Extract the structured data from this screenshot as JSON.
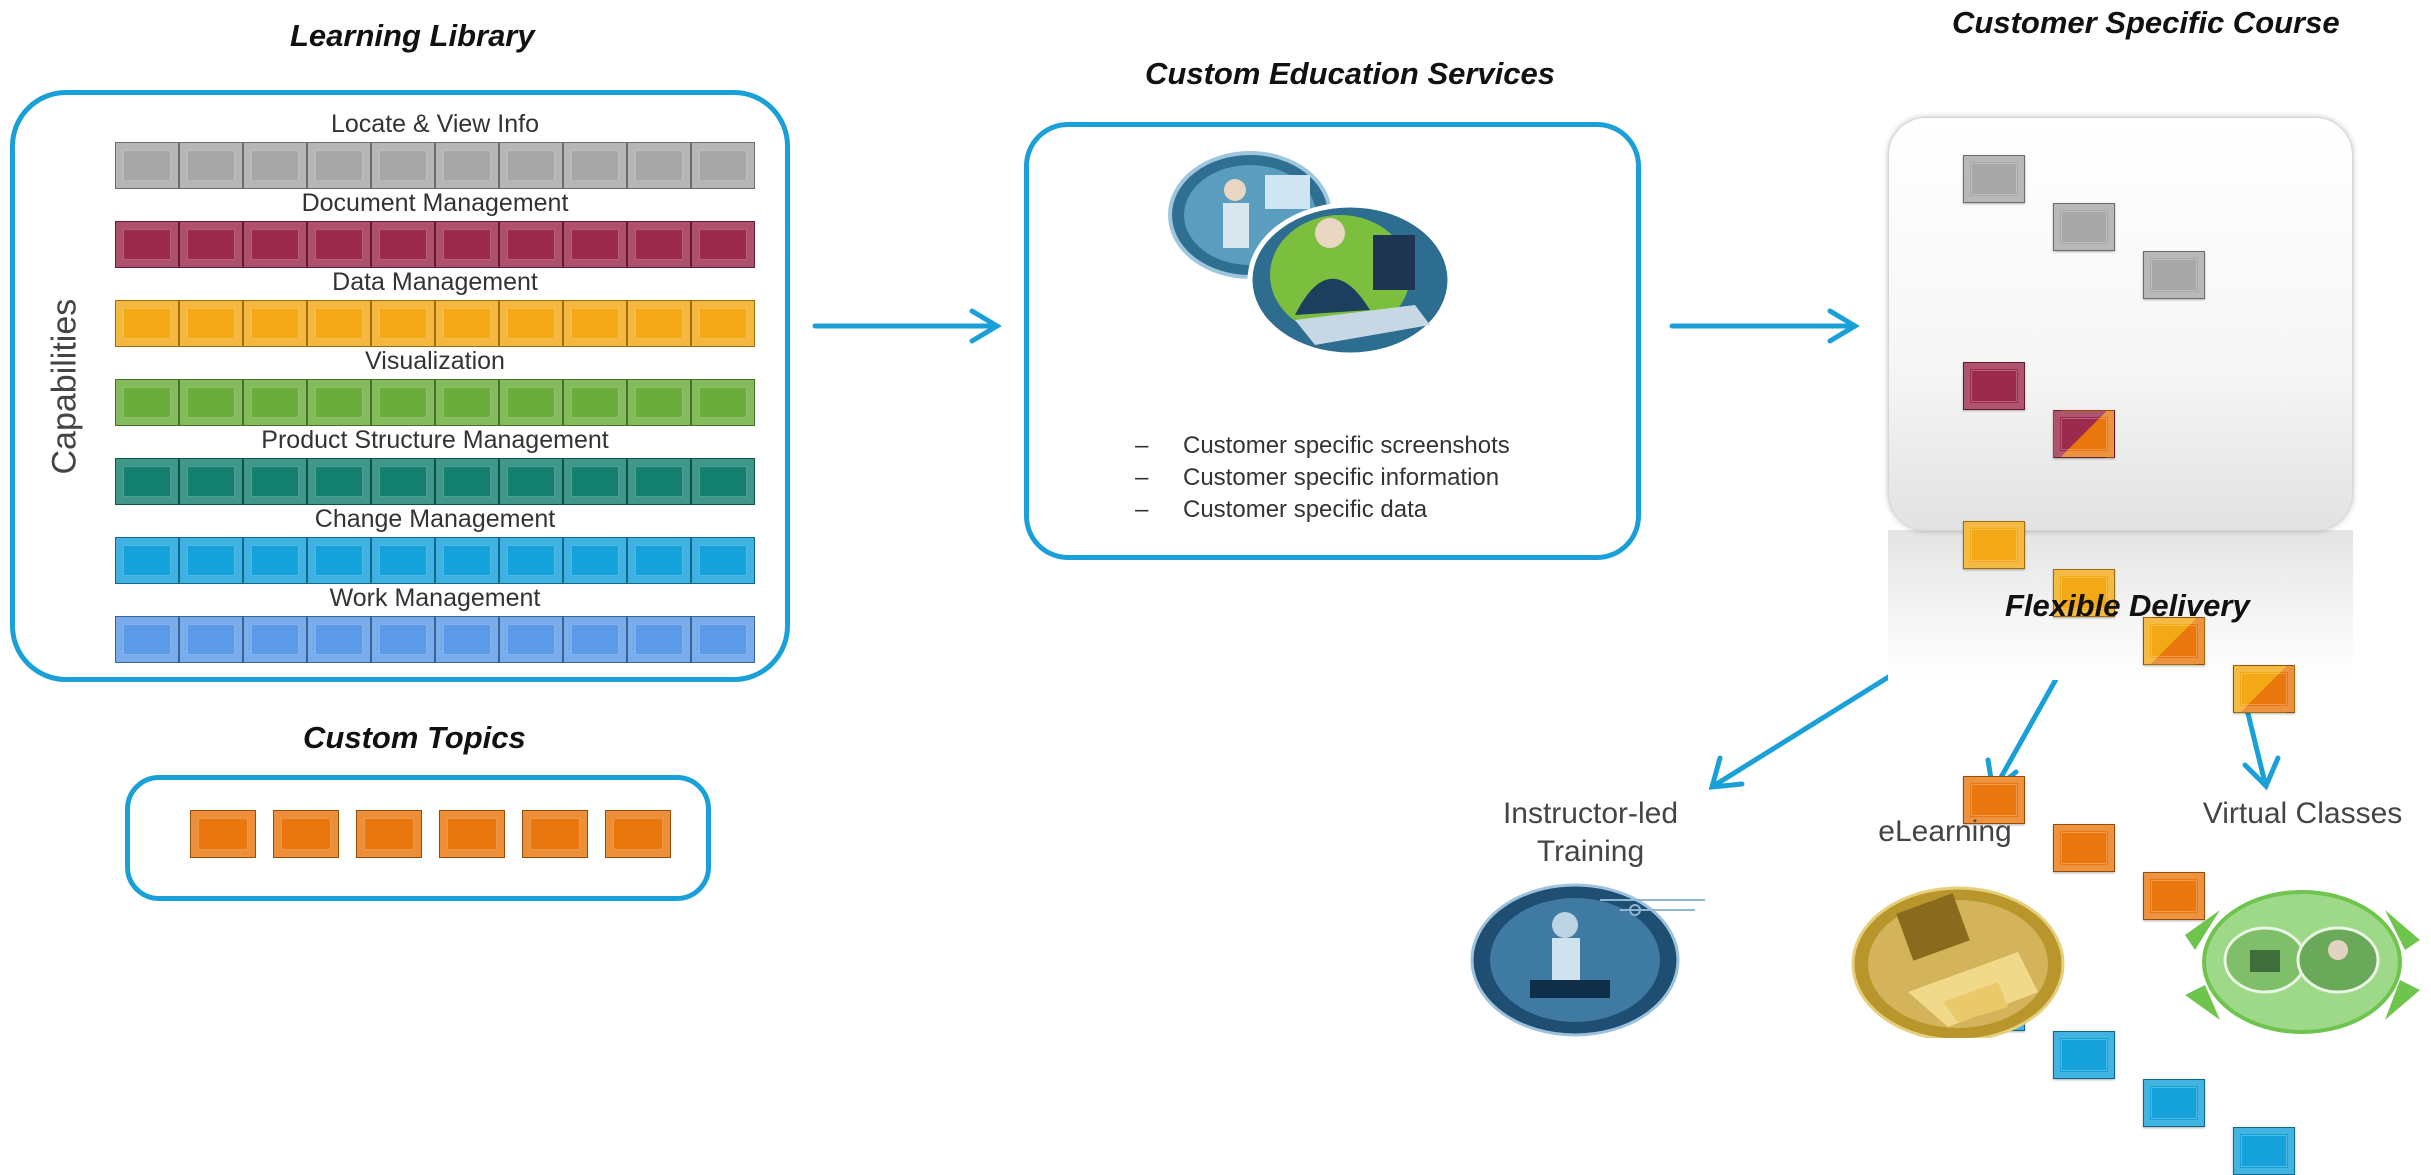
{
  "learning_library": {
    "title": "Learning Library",
    "side_label": "Capabilities",
    "rows": [
      {
        "label": "Locate & View Info",
        "color": "#a7a7a7"
      },
      {
        "label": "Document Management",
        "color": "#9b2a4c"
      },
      {
        "label": "Data Management",
        "color": "#f2a915"
      },
      {
        "label": "Visualization",
        "color": "#6aad3a"
      },
      {
        "label": "Product Structure Management",
        "color": "#14806f"
      },
      {
        "label": "Change Management",
        "color": "#15a2db"
      },
      {
        "label": "Work Management",
        "color": "#5b9ae6"
      }
    ]
  },
  "custom_topics": {
    "title": "Custom Topics",
    "tile_color": "#e9770e",
    "tile_count": 6
  },
  "custom_education": {
    "title": "Custom Education Services",
    "bullets": [
      "Customer specific screenshots",
      "Customer specific information",
      "Customer specific data"
    ],
    "bullet_marker": "–"
  },
  "customer_course": {
    "title": "Customer Specific Course",
    "grid_rows": [
      [
        "#a7a7a7",
        "#a7a7a7",
        "#a7a7a7"
      ],
      [
        "#9b2a4c",
        "#9b2a4c/#e9770e"
      ],
      [
        "#f2a915",
        "#f2a915",
        "#f2a915/#e9770e",
        "#f2a915/#e9770e"
      ],
      [
        "#e9770e",
        "#e9770e",
        "#e9770e"
      ],
      [
        "#15a2db",
        "#15a2db",
        "#15a2db",
        "#15a2db"
      ]
    ]
  },
  "flexible_delivery": {
    "title": "Flexible Delivery",
    "options": [
      {
        "label": "Instructor-led\nTraining"
      },
      {
        "label": "eLearning"
      },
      {
        "label": "Virtual Classes"
      }
    ]
  },
  "colors": {
    "accent": "#1aa0d8"
  }
}
